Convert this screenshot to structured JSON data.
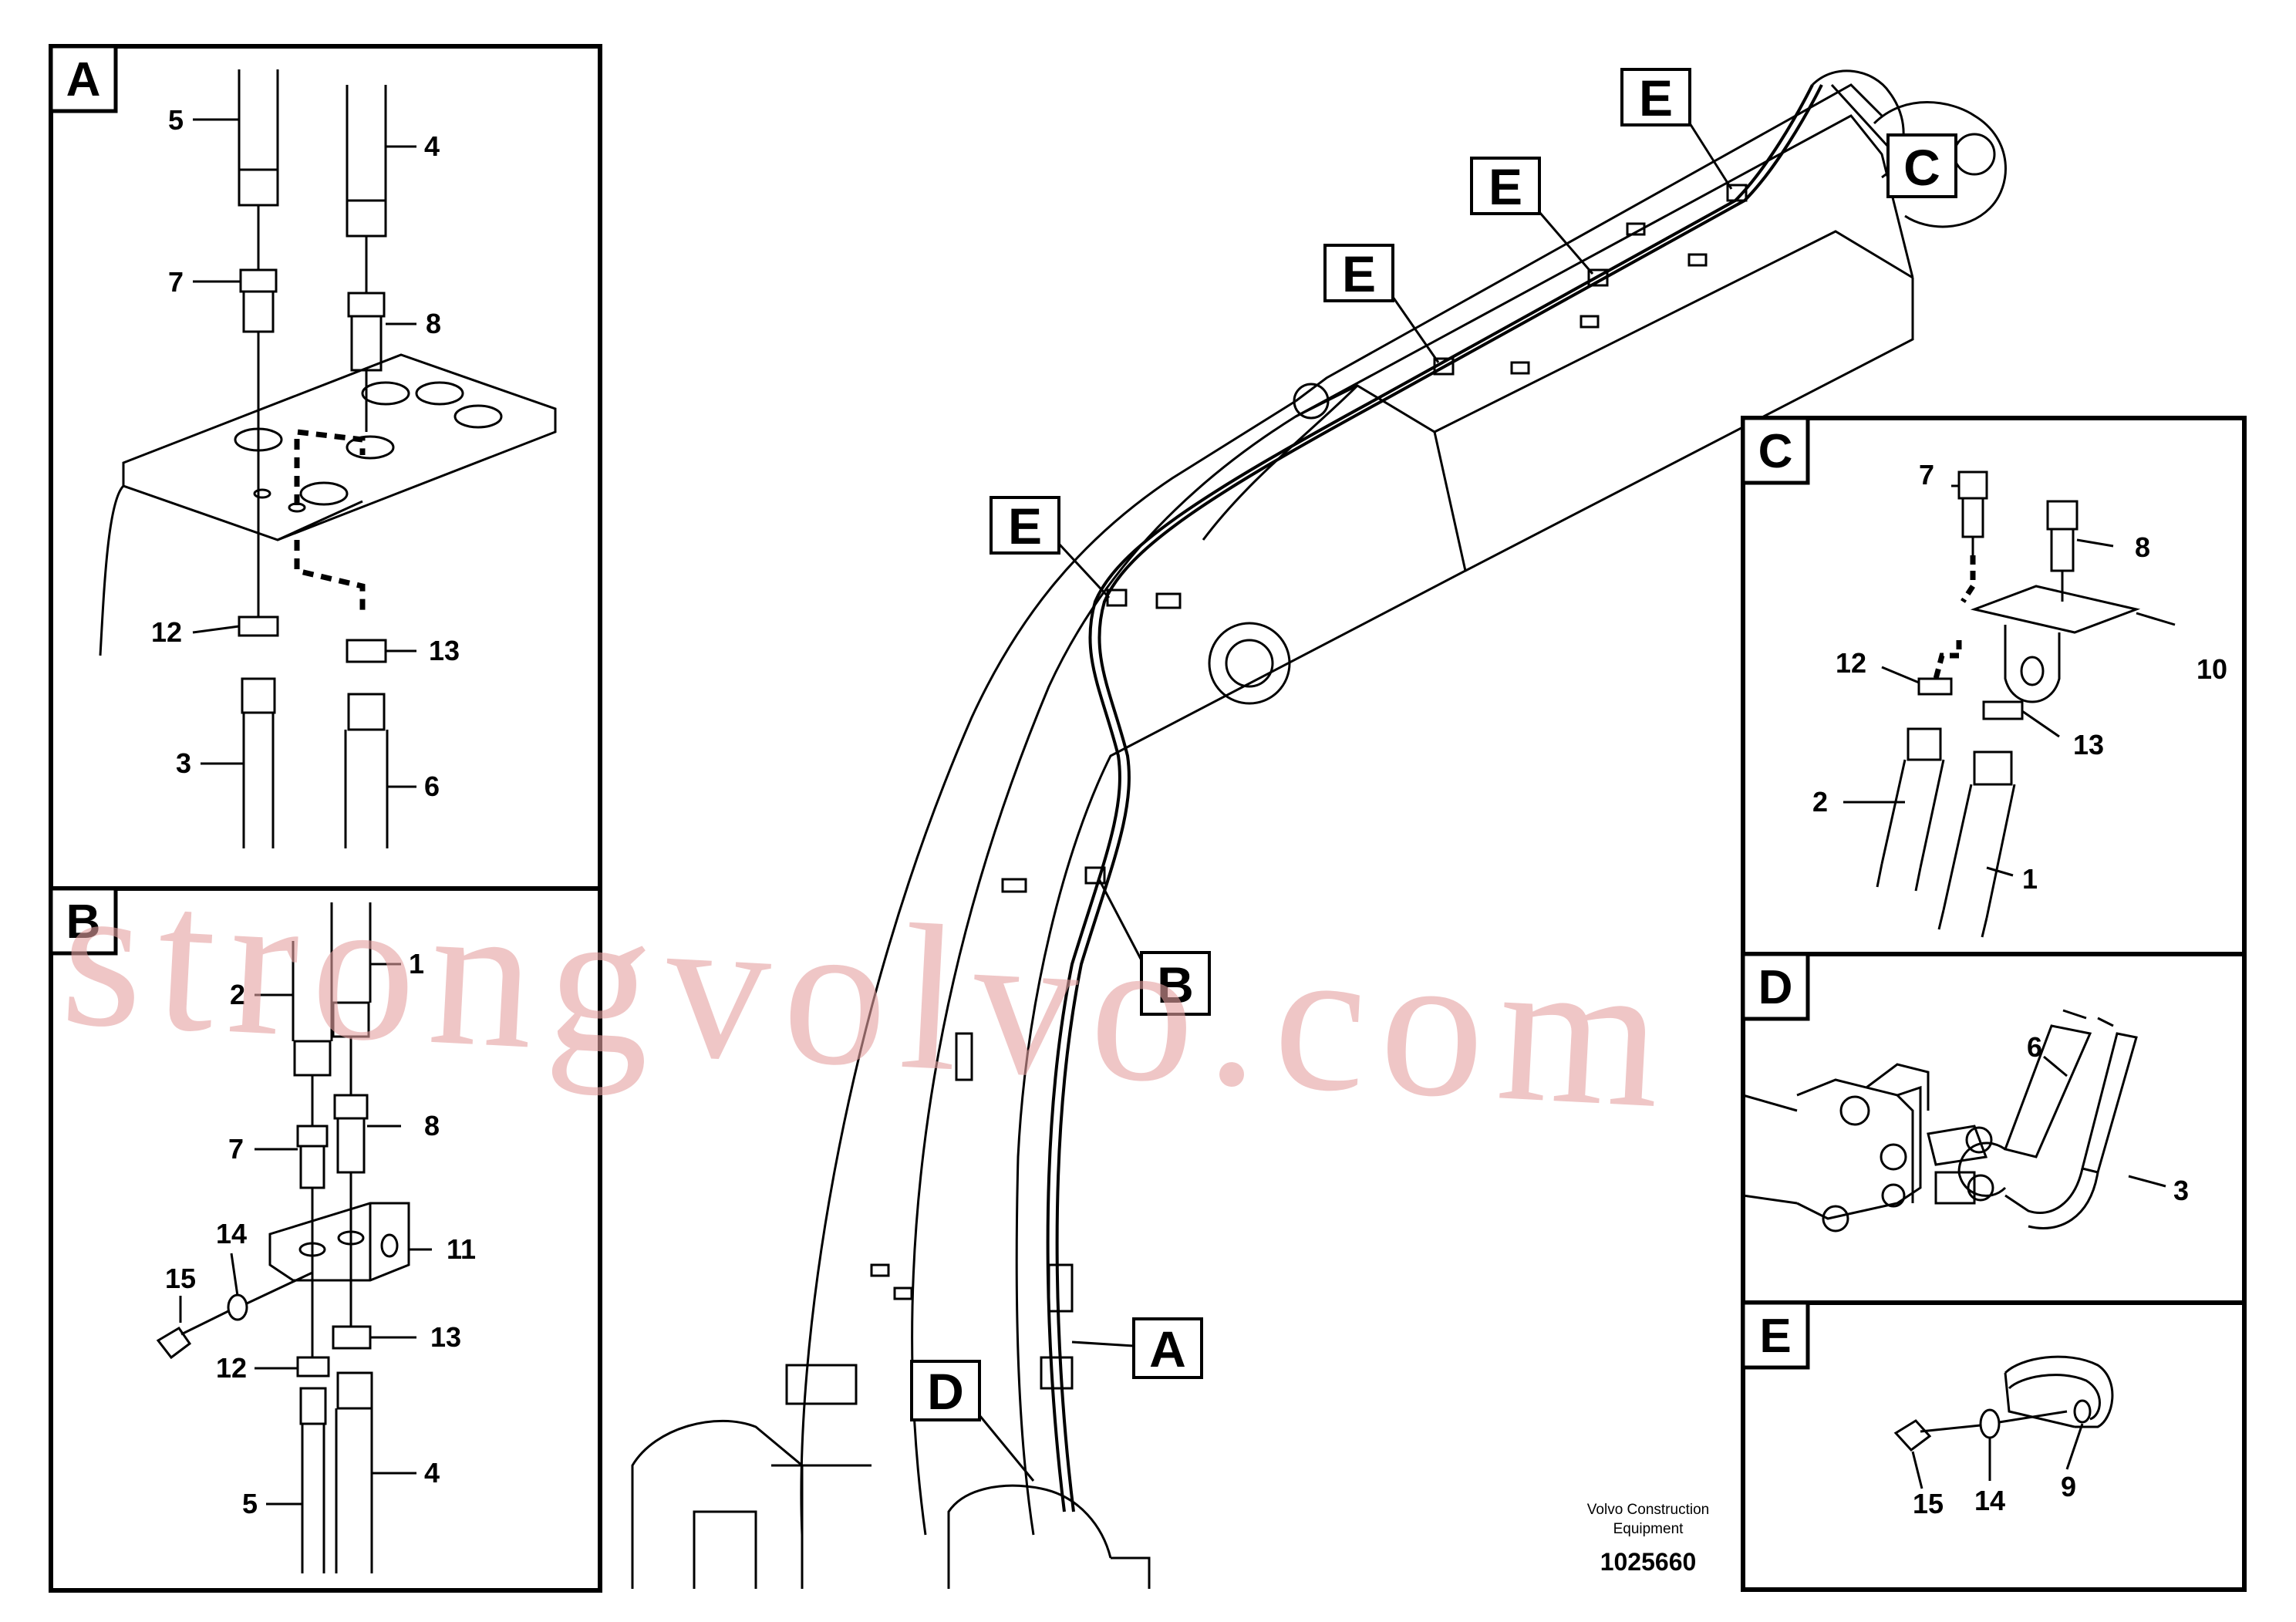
{
  "panels": {
    "A": {
      "letter": "A",
      "labels": {
        "p5": "5",
        "p4": "4",
        "p7": "7",
        "p8": "8",
        "p12": "12",
        "p13": "13",
        "p3": "3",
        "p6": "6"
      }
    },
    "B": {
      "letter": "B",
      "labels": {
        "p2": "2",
        "p1": "1",
        "p7": "7",
        "p8": "8",
        "p14": "14",
        "p11": "11",
        "p15": "15",
        "p13": "13",
        "p12": "12",
        "p5": "5",
        "p4": "4"
      }
    },
    "C": {
      "letter": "C",
      "labels": {
        "p7": "7",
        "p8": "8",
        "p12": "12",
        "p10": "10",
        "p13": "13",
        "p2": "2",
        "p1": "1"
      }
    },
    "D": {
      "letter": "D",
      "labels": {
        "p6": "6",
        "p3": "3"
      }
    },
    "E": {
      "letter": "E",
      "labels": {
        "p15": "15",
        "p14": "14",
        "p9": "9"
      }
    }
  },
  "callouts": {
    "e1": "E",
    "e2": "E",
    "e3": "E",
    "e4": "E",
    "c": "C",
    "b": "B",
    "a": "A",
    "d": "D"
  },
  "credit": {
    "line1": "Volvo Construction",
    "line2": "Equipment",
    "ref": "1025660"
  },
  "watermark": "strongvolvo.com",
  "colors": {
    "line": "#000000",
    "watermark": "#e4a0a0",
    "background": "#ffffff"
  }
}
